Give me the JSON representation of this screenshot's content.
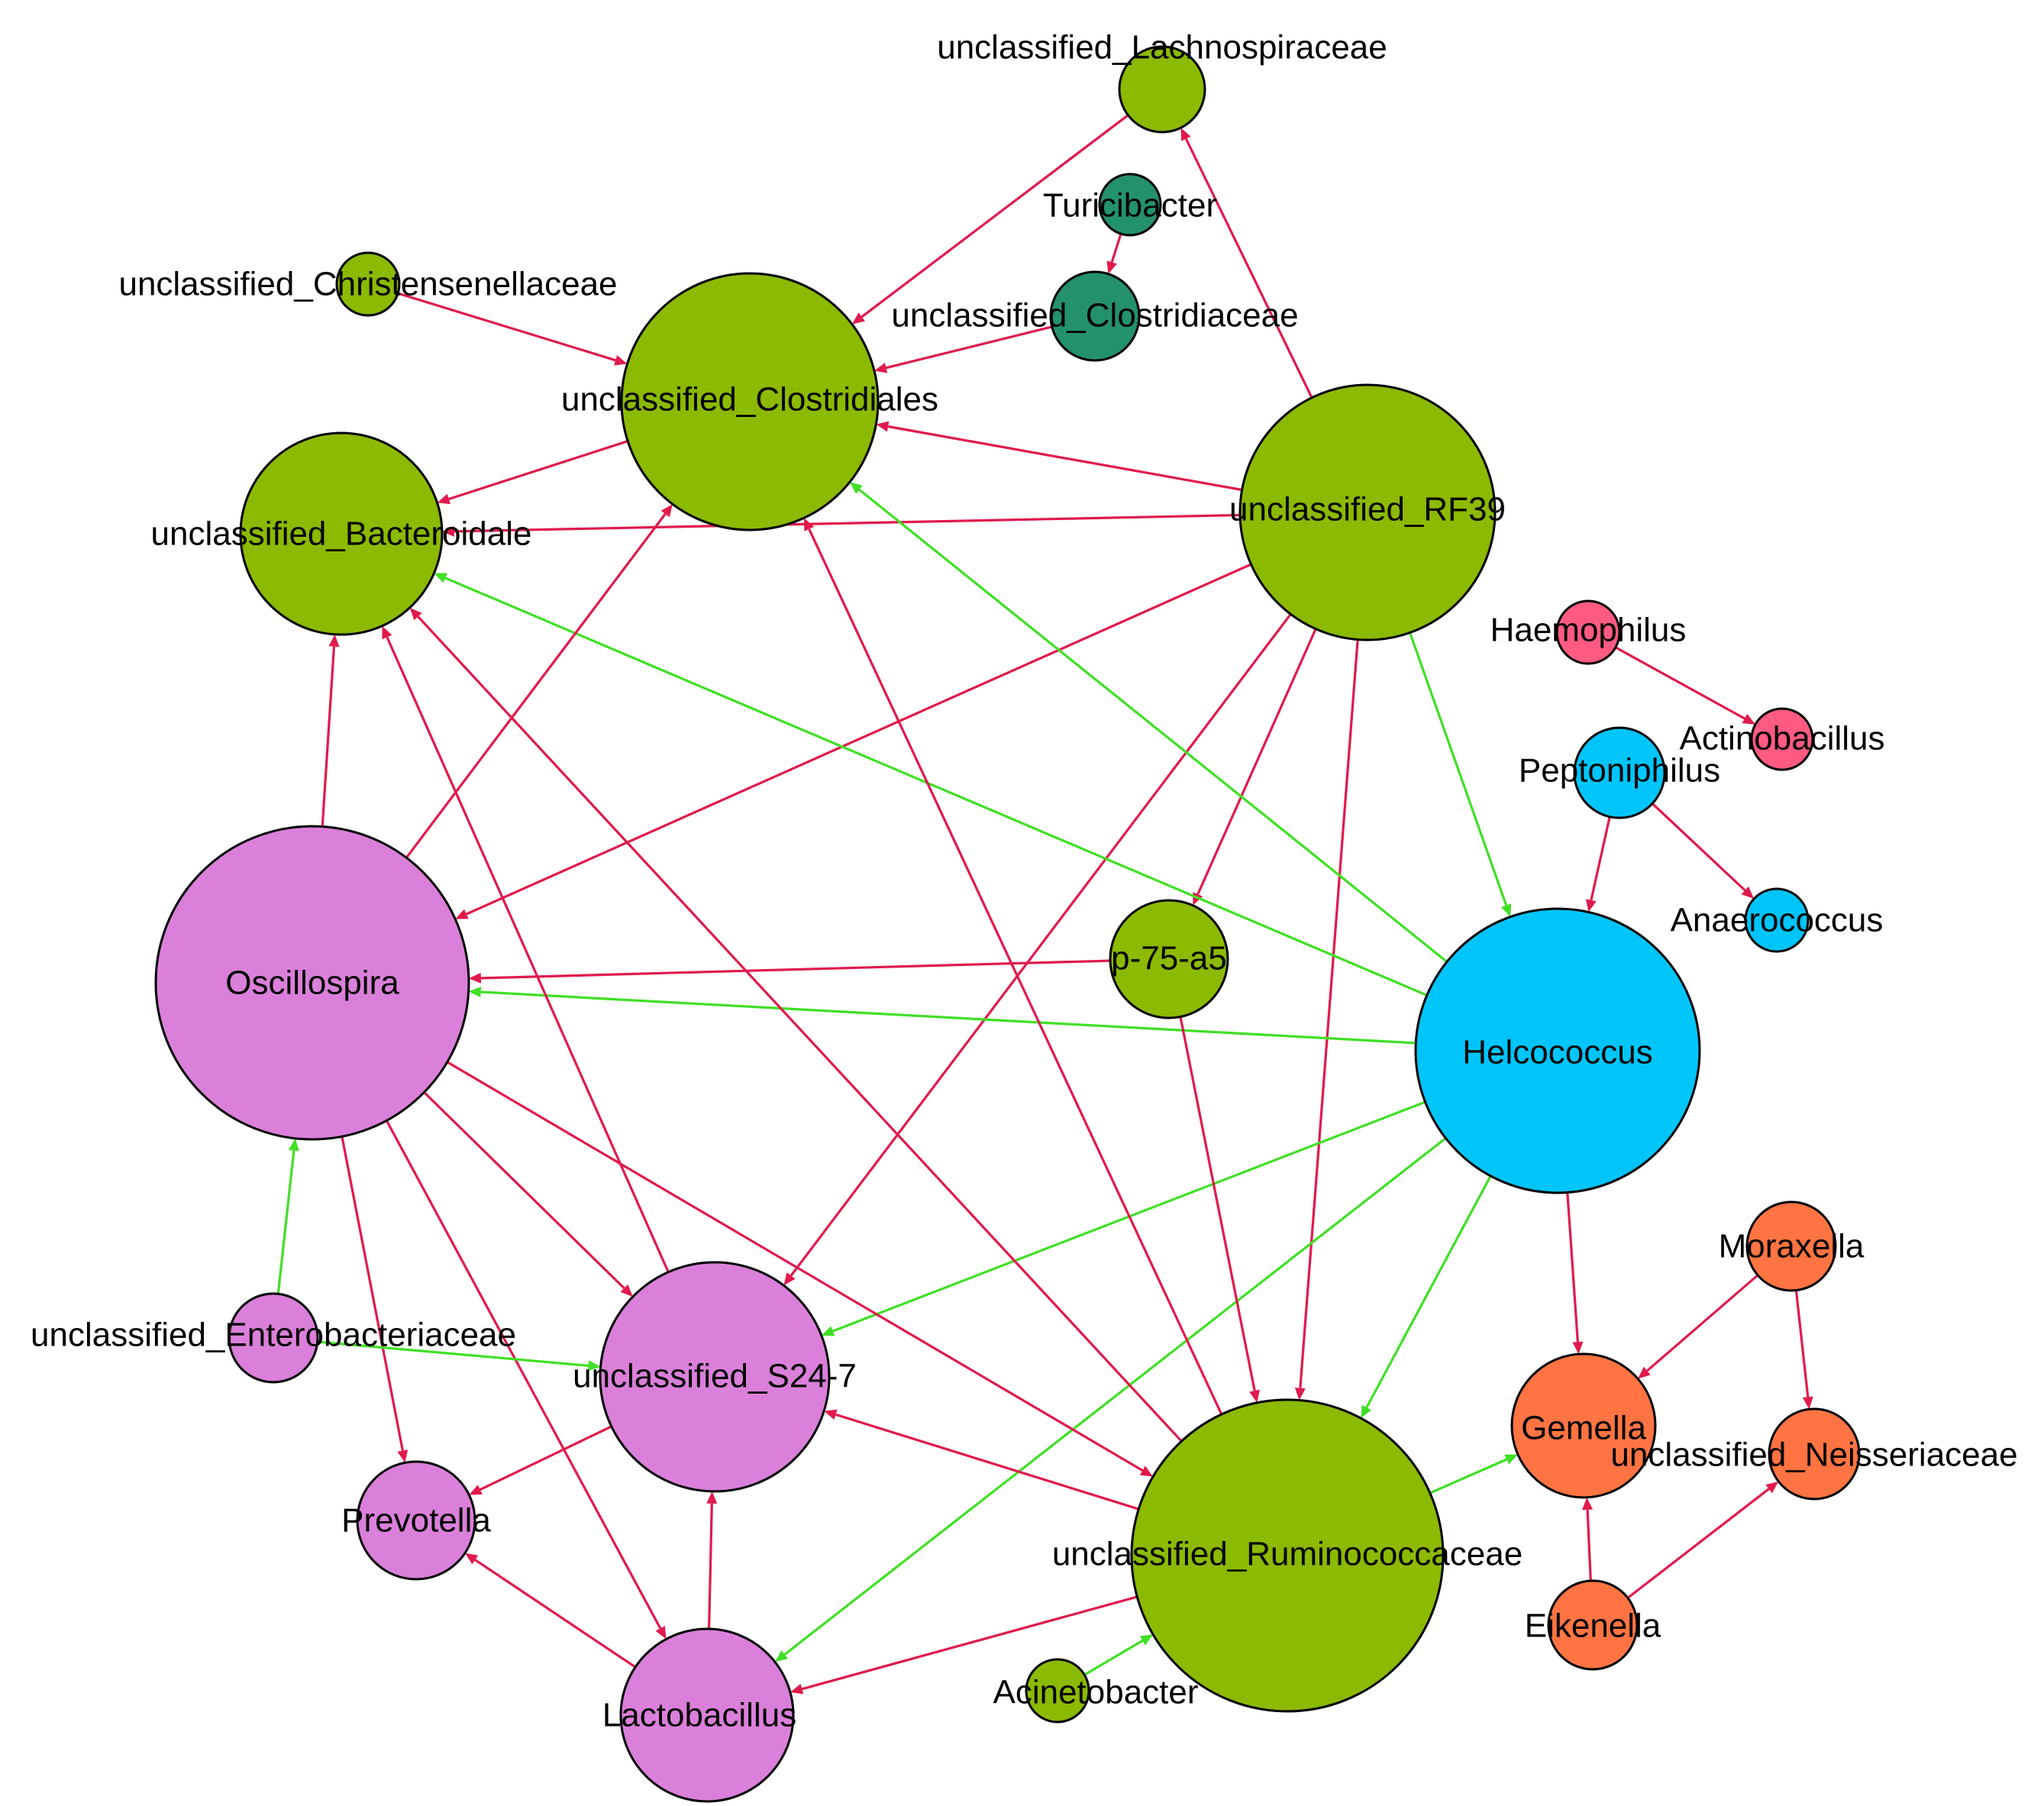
{
  "colors": {
    "green_group": "#8bba00",
    "teal_group": "#24916e",
    "pink_group": "#ff5a82",
    "cyan_group": "#00c5fb",
    "violet_group": "#da80da",
    "orange_group": "#ff7442",
    "positive_edge": "#3fe025",
    "negative_edge": "#e01a4c",
    "node_stroke": "#000000"
  },
  "nodes": [
    {
      "id": "lachno",
      "label": "unclassified_Lachnospiraceae",
      "group": "green_group"
    },
    {
      "id": "turici",
      "label": "Turicibacter",
      "group": "teal_group"
    },
    {
      "id": "christ",
      "label": "unclassified_Christensenellaceae",
      "group": "green_group"
    },
    {
      "id": "clostridiaceae",
      "label": "unclassified_Clostridiaceae",
      "group": "teal_group"
    },
    {
      "id": "clostridiales",
      "label": "unclassified_Clostridiales",
      "group": "green_group"
    },
    {
      "id": "bacteroidale",
      "label": "unclassified_Bacteroidale",
      "group": "green_group"
    },
    {
      "id": "rf39",
      "label": "unclassified_RF39",
      "group": "green_group"
    },
    {
      "id": "haemo",
      "label": "Haemophilus",
      "group": "pink_group"
    },
    {
      "id": "actino",
      "label": "Actinobacillus",
      "group": "pink_group"
    },
    {
      "id": "pepto",
      "label": "Peptoniphilus",
      "group": "cyan_group"
    },
    {
      "id": "anaero",
      "label": "Anaerococcus",
      "group": "cyan_group"
    },
    {
      "id": "p75",
      "label": "p-75-a5",
      "group": "green_group"
    },
    {
      "id": "oscillo",
      "label": "Oscillospira",
      "group": "violet_group"
    },
    {
      "id": "helco",
      "label": "Helcococcus",
      "group": "cyan_group"
    },
    {
      "id": "moraxella",
      "label": "Moraxella",
      "group": "orange_group"
    },
    {
      "id": "entero",
      "label": "unclassified_Enterobacteriaceae",
      "group": "violet_group"
    },
    {
      "id": "s247",
      "label": "unclassified_S24-7",
      "group": "violet_group"
    },
    {
      "id": "gemella",
      "label": "Gemella",
      "group": "orange_group"
    },
    {
      "id": "neisseria",
      "label": "unclassified_Neisseriaceae",
      "group": "orange_group"
    },
    {
      "id": "prevotella",
      "label": "Prevotella",
      "group": "violet_group"
    },
    {
      "id": "rumino",
      "label": "unclassified_Ruminococcaceae",
      "group": "green_group"
    },
    {
      "id": "eikenella",
      "label": "Eikenella",
      "group": "orange_group"
    },
    {
      "id": "acineto",
      "label": "Acinetobacter",
      "group": "green_group"
    },
    {
      "id": "lacto",
      "label": "Lactobacillus",
      "group": "violet_group"
    }
  ],
  "edges": [
    {
      "from": "lachno",
      "to": "clostridiales",
      "sign": "negative"
    },
    {
      "from": "rf39",
      "to": "lachno",
      "sign": "negative"
    },
    {
      "from": "turici",
      "to": "clostridiaceae",
      "sign": "negative"
    },
    {
      "from": "christ",
      "to": "clostridiales",
      "sign": "negative"
    },
    {
      "from": "clostridiaceae",
      "to": "clostridiales",
      "sign": "negative"
    },
    {
      "from": "clostridiales",
      "to": "bacteroidale",
      "sign": "negative"
    },
    {
      "from": "rf39",
      "to": "clostridiales",
      "sign": "negative"
    },
    {
      "from": "rf39",
      "to": "bacteroidale",
      "sign": "negative"
    },
    {
      "from": "rf39",
      "to": "oscillo",
      "sign": "negative"
    },
    {
      "from": "rf39",
      "to": "p75",
      "sign": "negative"
    },
    {
      "from": "rf39",
      "to": "s247",
      "sign": "negative"
    },
    {
      "from": "rf39",
      "to": "rumino",
      "sign": "negative"
    },
    {
      "from": "rf39",
      "to": "helco",
      "sign": "positive"
    },
    {
      "from": "helco",
      "to": "clostridiales",
      "sign": "positive"
    },
    {
      "from": "helco",
      "to": "bacteroidale",
      "sign": "positive"
    },
    {
      "from": "helco",
      "to": "oscillo",
      "sign": "positive"
    },
    {
      "from": "helco",
      "to": "s247",
      "sign": "positive"
    },
    {
      "from": "helco",
      "to": "lacto",
      "sign": "positive"
    },
    {
      "from": "helco",
      "to": "rumino",
      "sign": "positive"
    },
    {
      "from": "helco",
      "to": "gemella",
      "sign": "negative"
    },
    {
      "from": "oscillo",
      "to": "bacteroidale",
      "sign": "negative"
    },
    {
      "from": "oscillo",
      "to": "clostridiales",
      "sign": "negative"
    },
    {
      "from": "oscillo",
      "to": "s247",
      "sign": "negative"
    },
    {
      "from": "oscillo",
      "to": "prevotella",
      "sign": "negative"
    },
    {
      "from": "oscillo",
      "to": "lacto",
      "sign": "negative"
    },
    {
      "from": "oscillo",
      "to": "rumino",
      "sign": "negative"
    },
    {
      "from": "p75",
      "to": "oscillo",
      "sign": "negative"
    },
    {
      "from": "p75",
      "to": "rumino",
      "sign": "negative"
    },
    {
      "from": "s247",
      "to": "bacteroidale",
      "sign": "negative"
    },
    {
      "from": "s247",
      "to": "prevotella",
      "sign": "negative"
    },
    {
      "from": "rumino",
      "to": "bacteroidale",
      "sign": "negative"
    },
    {
      "from": "rumino",
      "to": "clostridiales",
      "sign": "negative"
    },
    {
      "from": "rumino",
      "to": "s247",
      "sign": "negative"
    },
    {
      "from": "rumino",
      "to": "lacto",
      "sign": "negative"
    },
    {
      "from": "rumino",
      "to": "gemella",
      "sign": "positive"
    },
    {
      "from": "entero",
      "to": "oscillo",
      "sign": "positive"
    },
    {
      "from": "entero",
      "to": "s247",
      "sign": "positive"
    },
    {
      "from": "lacto",
      "to": "s247",
      "sign": "negative"
    },
    {
      "from": "lacto",
      "to": "prevotella",
      "sign": "negative"
    },
    {
      "from": "acineto",
      "to": "rumino",
      "sign": "positive"
    },
    {
      "from": "haemo",
      "to": "actino",
      "sign": "negative"
    },
    {
      "from": "pepto",
      "to": "helco",
      "sign": "negative"
    },
    {
      "from": "pepto",
      "to": "anaero",
      "sign": "negative"
    },
    {
      "from": "moraxella",
      "to": "gemella",
      "sign": "negative"
    },
    {
      "from": "moraxella",
      "to": "neisseria",
      "sign": "negative"
    },
    {
      "from": "eikenella",
      "to": "gemella",
      "sign": "negative"
    },
    {
      "from": "eikenella",
      "to": "neisseria",
      "sign": "negative"
    }
  ]
}
